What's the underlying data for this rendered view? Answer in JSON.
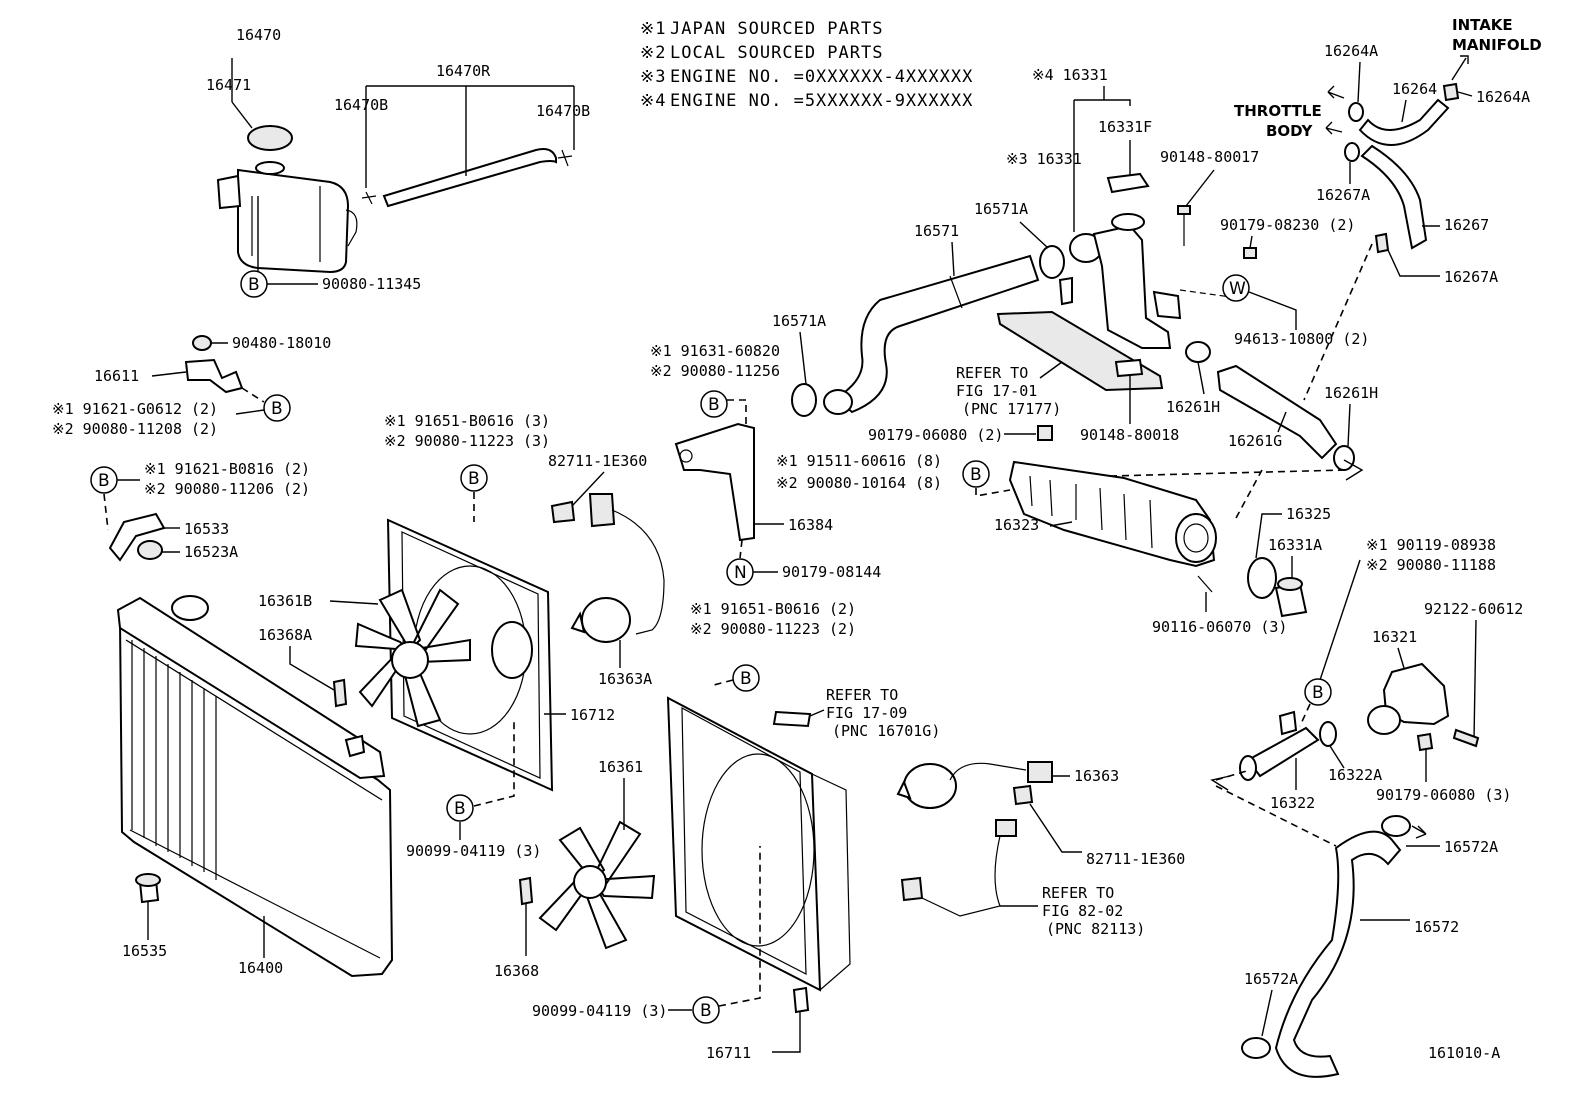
{
  "legend": [
    {
      "mark": "※1",
      "text": "JAPAN SOURCED PARTS"
    },
    {
      "mark": "※2",
      "text": "LOCAL SOURCED PARTS"
    },
    {
      "mark": "※3",
      "text": "ENGINE NO. =0XXXXXX-4XXXXXX"
    },
    {
      "mark": "※4",
      "text": "ENGINE NO. =5XXXXXX-9XXXXXX"
    }
  ],
  "directions": {
    "intake": "INTAKE",
    "manifold": "MANIFOLD",
    "throttle": "THROTTLE",
    "body": "BODY"
  },
  "circle_marks": {
    "b": "B",
    "n": "N",
    "w": "W"
  },
  "callouts": {
    "p16470": "16470",
    "p16471": "16471",
    "p16470r": "16470R",
    "p16470b_l": "16470B",
    "p16470b_r": "16470B",
    "p90080_11345": "90080-11345",
    "p90480_18010": "90480-18010",
    "p16611": "16611",
    "p91621_g0612": "※1 91621-G0612 (2)",
    "p90080_11208": "※2 90080-11208 (2)",
    "p91621_b0816": "※1 91621-B0816 (2)",
    "p90080_11206": "※2 90080-11206 (2)",
    "p16533": "16533",
    "p16523a": "16523A",
    "p16361b": "16361B",
    "p16368a": "16368A",
    "p91651_b0616_3": "※1 91651-B0616 (3)",
    "p90080_11223_3": "※2 90080-11223 (3)",
    "p82711_1e360_a": "82711-1E360",
    "p16712": "16712",
    "p16363a": "16363A",
    "p90099_04119_a": "90099-04119 (3)",
    "p16400": "16400",
    "p16535": "16535",
    "p16361": "16361",
    "p16368": "16368",
    "p90099_04119_b": "90099-04119 (3)",
    "p16711": "16711",
    "p91651_b0616_2": "※1 91651-B0616 (2)",
    "p90080_11223_2": "※2 90080-11223 (2)",
    "p91631_60820": "※1 91631-60820",
    "p90080_11256": "※2 90080-11256",
    "p16384": "16384",
    "p90179_08144": "90179-08144",
    "refer_1709_a": "REFER TO",
    "refer_1709_b": "FIG 17-09",
    "refer_1709_c": "(PNC 16701G)",
    "p16363": "16363",
    "p82711_1e360_b": "82711-1E360",
    "refer_8202_a": "REFER TO",
    "refer_8202_b": "FIG 82-02",
    "refer_8202_c": "(PNC 82113)",
    "p16331_4": "※4 16331",
    "p16331f": "16331F",
    "p16331_3": "※3 16331",
    "p90148_80017": "90148-80017",
    "p90179_08230": "90179-08230 (2)",
    "p16571a_a": "16571A",
    "p16571": "16571",
    "p16571a_b": "16571A",
    "refer_1701_a": "REFER TO",
    "refer_1701_b": "FIG 17-01",
    "refer_1701_c": "(PNC 17177)",
    "p94613_10800": "94613-10800 (2)",
    "p16261h_a": "16261H",
    "p16261h_b": "16261H",
    "p90179_06080_a": "90179-06080 (2)",
    "p90148_80018": "90148-80018",
    "p16261g": "16261G",
    "p91511_60616": "※1 91511-60616 (8)",
    "p90080_10164": "※2 90080-10164 (8)",
    "p16323": "16323",
    "p16325": "16325",
    "p16331a": "16331A",
    "p90116_06070": "90116-06070 (3)",
    "p90119_08938": "※1  90119-08938",
    "p90080_11188": "※2  90080-11188",
    "p92122_60612": "92122-60612",
    "p16321": "16321",
    "p16322a": "16322A",
    "p16322": "16322",
    "p90179_06080_b": "90179-06080 (3)",
    "p16572a_a": "16572A",
    "p16572": "16572",
    "p16572a_b": "16572A",
    "p16264a_a": "16264A",
    "p16264": "16264",
    "p16264a_b": "16264A",
    "p16267a_a": "16267A",
    "p16267": "16267",
    "p16267a_b": "16267A",
    "figure_code": "161010-A"
  }
}
